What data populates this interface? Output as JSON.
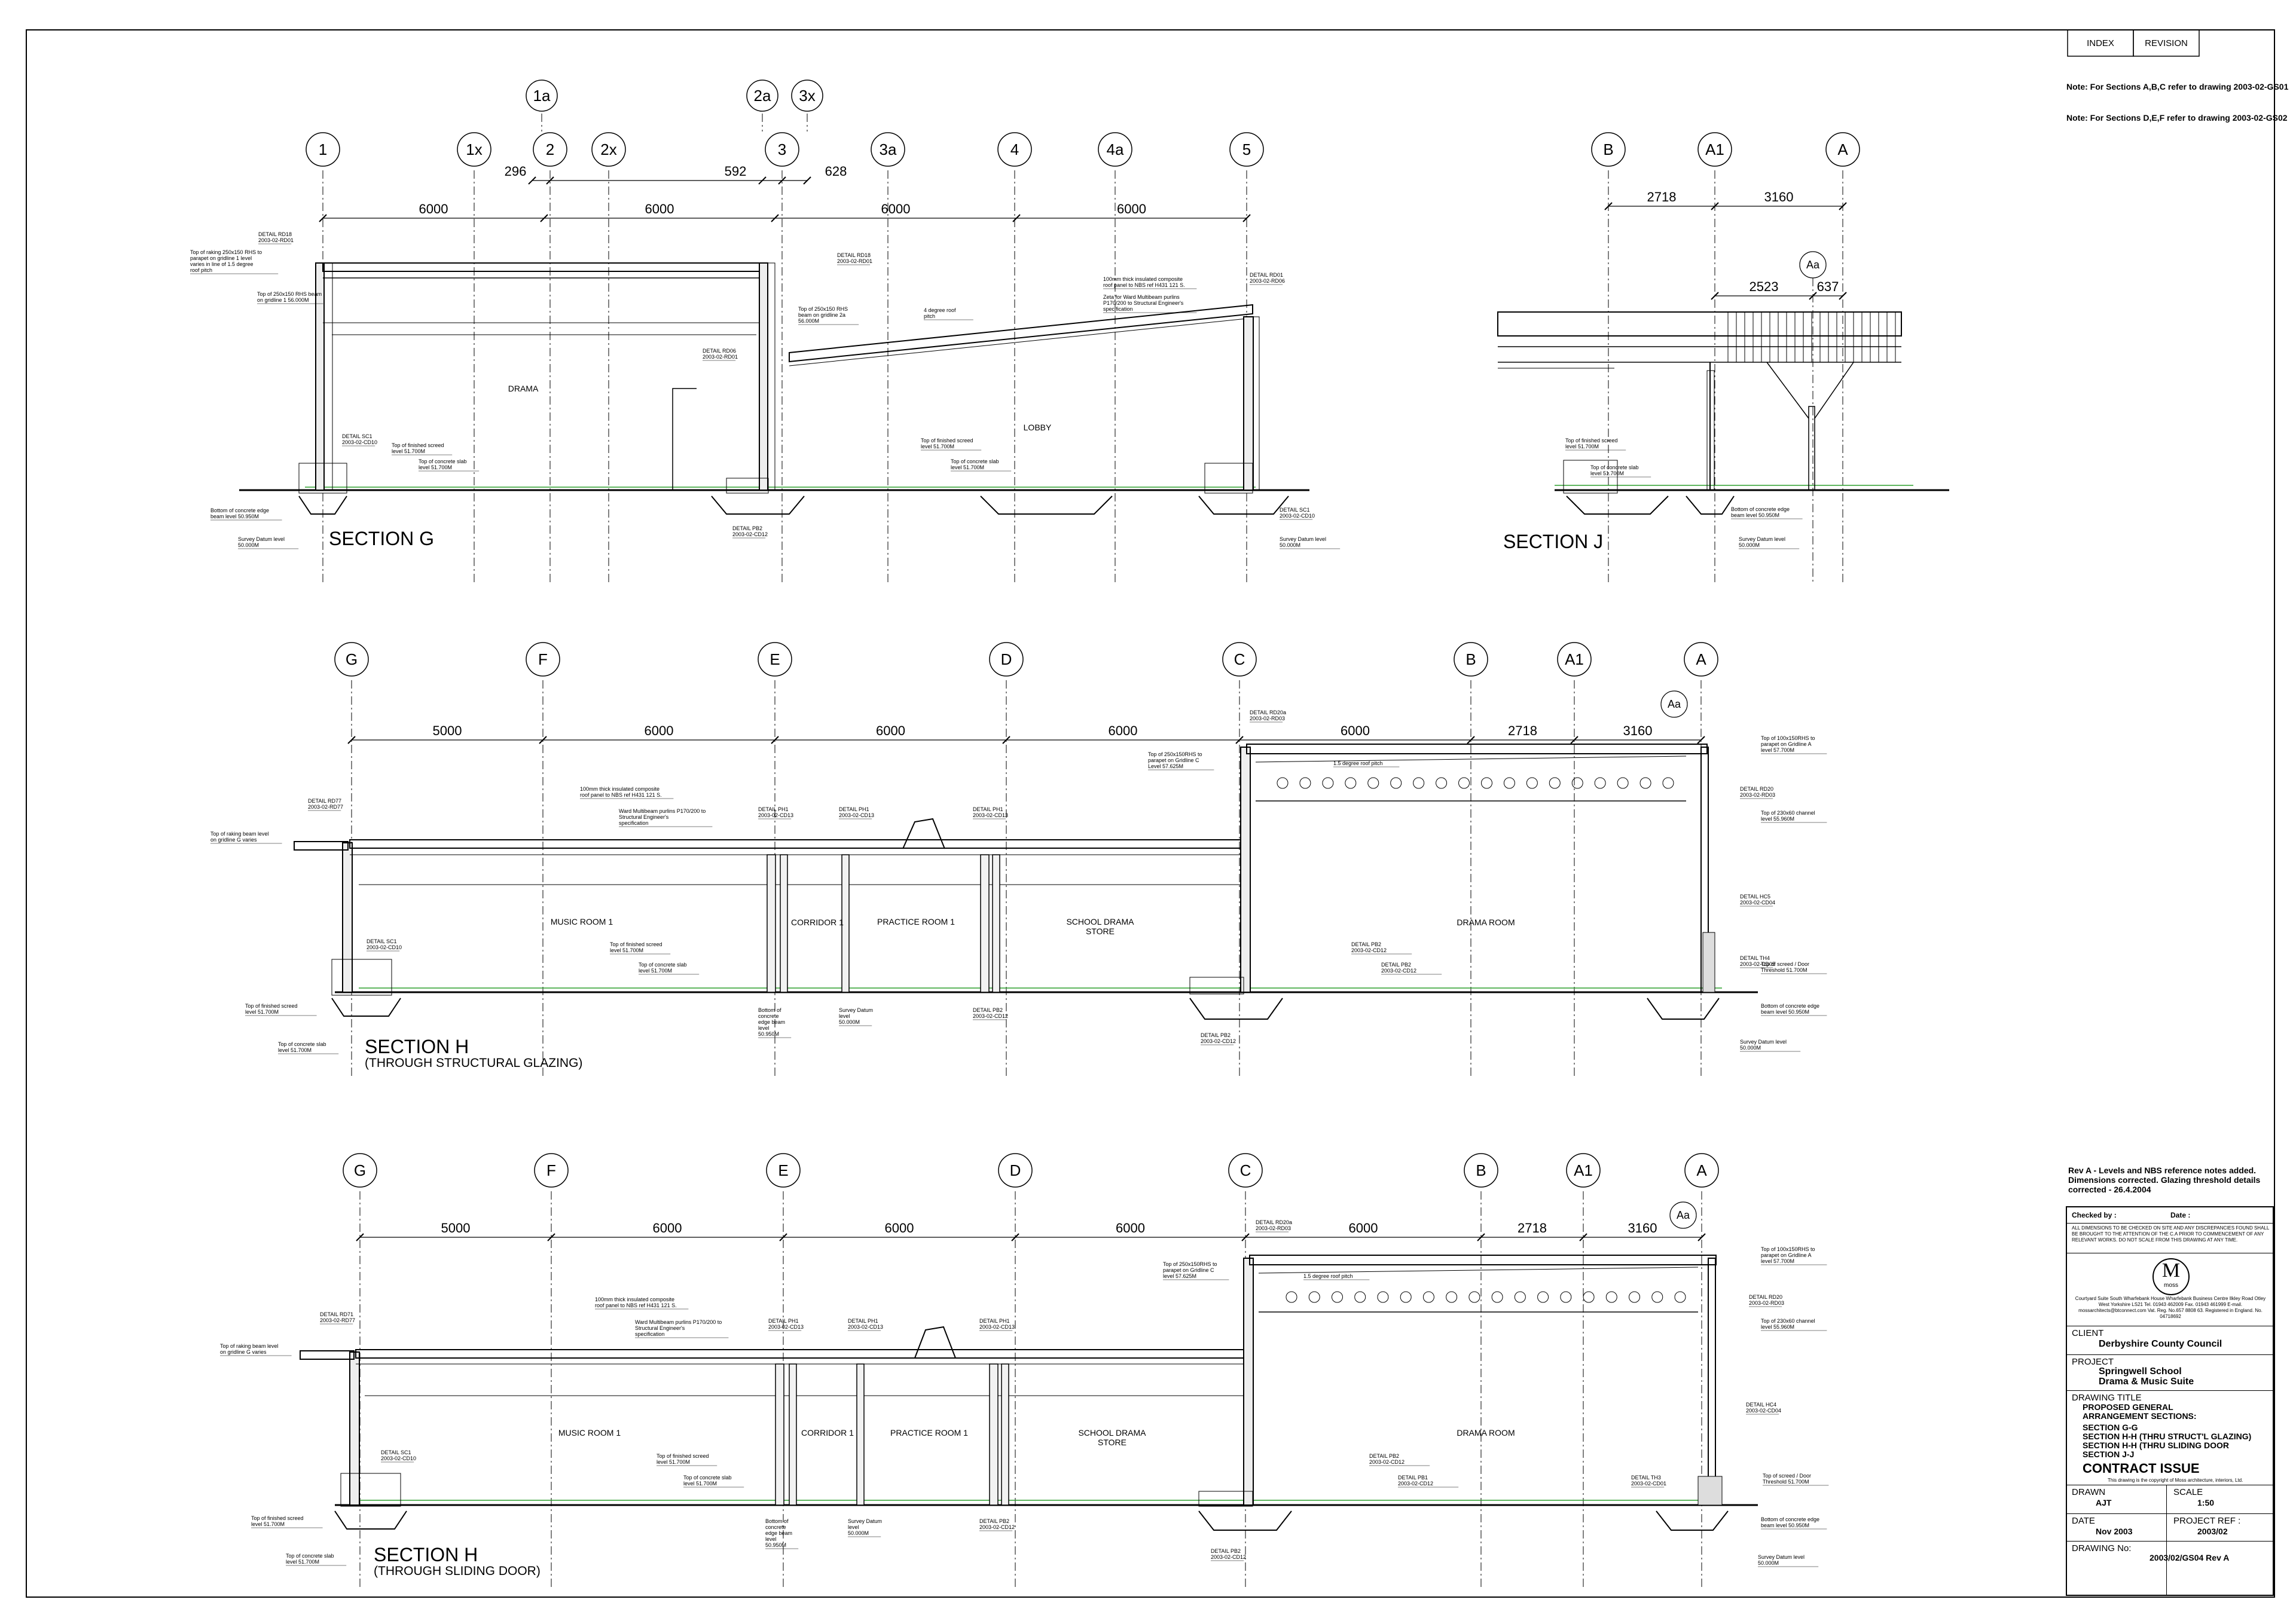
{
  "header_tabs": [
    "INDEX",
    "REVISION"
  ],
  "notes": [
    "Note: For Sections A,B,C refer to drawing 2003-02-GS01",
    "Note: For Sections D,E,F refer to drawing 2003-02-GS02"
  ],
  "section_g": {
    "title": "SECTION G",
    "grid_top": [
      "1a",
      "2a",
      "3x"
    ],
    "grid_main": [
      "1",
      "1x",
      "2",
      "2x",
      "3",
      "3a",
      "4",
      "4a",
      "5"
    ],
    "dims_top": [
      "296",
      "592",
      "628"
    ],
    "dims_main": [
      "6000",
      "6000",
      "6000",
      "6000"
    ],
    "rooms": [
      "DRAMA",
      "LOBBY"
    ],
    "notes": [
      "DETAIL RD18 2003-02-RD01",
      "Top of raking 250x150 RHS to parapet on gridline 1 level varies in line of 1.5 degree roof pitch",
      "Top of 250x150 RHS beam on gridline 1 56.000M",
      "DETAIL RD18 2003-02-RD01",
      "Top of 250x150 RHS beam on gridline 2a 56.000M",
      "DETAIL RD06 2003-02-RD01",
      "4 degree roof pitch",
      "100mm thick insulated composite roof panel to NBS ref H431 121 S.",
      "Zeta for Ward Multibeam purlins P170/200 to Structural Engineer's specification",
      "DETAIL RD01 2003-02-RD06",
      "DETAIL SC1 2003-02-CD10",
      "Top of finished screed level 51.700M",
      "Top of concrete slab level 51.700M",
      "Top of finished screed level 51.700M",
      "Top of concrete slab level 51.700M",
      "Bottom of concrete edge beam level 50.950M",
      "Survey Datum level 50.000M",
      "DETAIL PB2 2003-02-CD12",
      "DETAIL SC1 2003-02-CD10",
      "Survey Datum level 50.000M"
    ]
  },
  "section_j": {
    "title": "SECTION J",
    "grid_main": [
      "B",
      "A1",
      "A"
    ],
    "grid_sub": [
      "Aa"
    ],
    "dims_main": [
      "2718",
      "3160"
    ],
    "dims_sub": [
      "2523",
      "637"
    ],
    "notes": [
      "Top of finished screed level 51.700M",
      "Top of concrete slab level 51.700M",
      "Bottom of concrete edge beam level 50.950M",
      "Survey Datum level 50.000M"
    ]
  },
  "section_h1": {
    "title": "SECTION H",
    "subtitle": "(THROUGH STRUCTURAL GLAZING)",
    "grid_main": [
      "G",
      "F",
      "E",
      "D",
      "C",
      "B",
      "A1",
      "A"
    ],
    "grid_sub": [
      "Aa"
    ],
    "dims": [
      "5000",
      "6000",
      "6000",
      "6000",
      "6000",
      "2718",
      "3160"
    ],
    "rooms": [
      "MUSIC ROOM 1",
      "CORRIDOR 1",
      "PRACTICE ROOM 1",
      "SCHOOL DRAMA STORE",
      "DRAMA ROOM"
    ],
    "notes": [
      "DETAIL RD77 2003-02-RD77",
      "Top of raking beam level on gridline G varies",
      "100mm thick insulated composite roof panel to NBS ref H431 121 S.",
      "Ward Multibeam purlins P170/200 to Structural Engineer's specification",
      "DETAIL PH1 2003-02-CD13",
      "DETAIL PH1 2003-02-CD13",
      "DETAIL PH1 2003-02-CD13",
      "DETAIL RD20a 2003-02-RD03",
      "Top of 250x150RHS to parapet on Gridline C Level 57.625M",
      "1.5 degree roof pitch",
      "Top of 100x150RHS to parapet on Gridline A level 57.700M",
      "DETAIL RD20 2003-02-RD03",
      "Top of 230x60 channel level 55.960M",
      "DETAIL HC5 2003-02-CD04",
      "DETAIL TH4 2003-02-CD05",
      "Top of screed / Door Threshold 51.700M",
      "Bottom of concrete edge beam level 50.950M",
      "Survey Datum level 50.000M",
      "DETAIL SC1 2003-02-CD10",
      "Top of finished screed level 51.700M",
      "Top of concrete slab level 51.700M",
      "Bottom of concrete edge beam level 50.950M",
      "Survey Datum level 50.000M",
      "DETAIL PB2 2003-02-CD12",
      "DETAIL PB2 2003-02-CD12",
      "DETAIL PB2 2003-02-CD12",
      "DETAIL PB2 2003-02-CD12",
      "Top of finished screed level 51.700M",
      "Top of concrete slab level 51.700M"
    ]
  },
  "section_h2": {
    "title": "SECTION H",
    "subtitle": "(THROUGH SLIDING DOOR)",
    "grid_main": [
      "G",
      "F",
      "E",
      "D",
      "C",
      "B",
      "A1",
      "A"
    ],
    "grid_sub": [
      "Aa"
    ],
    "dims": [
      "5000",
      "6000",
      "6000",
      "6000",
      "6000",
      "2718",
      "3160"
    ],
    "rooms": [
      "MUSIC ROOM 1",
      "CORRIDOR 1",
      "PRACTICE ROOM 1",
      "SCHOOL DRAMA STORE",
      "DRAMA ROOM"
    ],
    "notes": [
      "DETAIL RD71 2003-02-RD77",
      "Top of raking beam level on gridline G varies",
      "100mm thick insulated composite roof panel to NBS ref H431 121 S.",
      "Ward Multibeam purlins P170/200 to Structural Engineer's specification",
      "DETAIL PH1 2003-02-CD13",
      "DETAIL PH1 2003-02-CD13",
      "DETAIL PH1 2003-02-CD13",
      "DETAIL RD20a 2003-02-RD03",
      "Top of 250x150RHS to parapet on Gridline C level 57.625M",
      "1.5 degree roof pitch",
      "Top of 100x150RHS to parapet on Gridline A level 57.700M",
      "DETAIL RD20 2003-02-RD03",
      "Top of 230x60 channel level 55.960M",
      "DETAIL HC4 2003-02-CD04",
      "DETAIL TH3 2003-02-CD01",
      "Top of screed / Door Threshold 51.700M",
      "Bottom of concrete edge beam level 50.950M",
      "Survey Datum level 50.000M",
      "DETAIL SC1 2003-02-CD10",
      "Top of finished screed level 51.700M",
      "Top of concrete slab level 51.700M",
      "Bottom of concrete edge beam level 50.950M",
      "Survey Datum level 50.000M",
      "DETAIL PB2 2003-02-CD12",
      "DETAIL PB2 2003-02-CD12",
      "DETAIL PB2 2003-02-CD12",
      "DETAIL PB1 2003-02-CD12",
      "Top of finished screed level 51.700M",
      "Top of concrete slab level 51.700M"
    ]
  },
  "title_block": {
    "revision_note": "Rev A - Levels and NBS reference notes added. Dimensions corrected. Glazing threshold details corrected - 26.4.2004",
    "checked_by_label": "Checked by :",
    "date_label": "Date :",
    "disclaimer": "ALL DIMENSIONS TO BE CHECKED ON SITE AND ANY DISCREPANCIES FOUND SHALL BE BROUGHT TO THE ATTENTION OF THE C.A PRIOR TO COMMENCEMENT OF ANY RELEVANT WORKS. DO NOT SCALE FROM THIS DRAWING AT ANY TIME.",
    "logo_letter": "M",
    "logo_name": "moss",
    "address": "Courtyard Suite South Wharfebank House Wharfebank Business Centre Ilkley Road Otley West Yorkshire LS21 Tel. 01943 462009 Fax. 01943 461999 E-mail. mossarchitects@btconnect.com Vat. Reg. No.657 8808 63. Registered in England. No. 04718692",
    "client_label": "CLIENT",
    "client": "Derbyshire County Council",
    "project_label": "PROJECT",
    "project": [
      "Springwell School",
      "Drama & Music Suite"
    ],
    "drawing_title_label": "DRAWING TITLE",
    "drawing_title": [
      "PROPOSED GENERAL",
      "ARRANGEMENT SECTIONS:",
      "SECTION G-G",
      "SECTION H-H (THRU STRUCT'L GLAZING)",
      "SECTION H-H (THRU SLIDING DOOR",
      "SECTION J-J"
    ],
    "contract_issue": "CONTRACT ISSUE",
    "copyright": "This drawing is the copyright of Moss architecture, interiors, Ltd.",
    "drawn_label": "DRAWN",
    "drawn": "AJT",
    "scale_label": "SCALE",
    "scale": "1:50",
    "date_label2": "DATE",
    "date": "Nov 2003",
    "project_ref_label": "PROJECT REF :",
    "project_ref": "2003/02",
    "drawing_no_label": "DRAWING No:",
    "drawing_no": "2003/02/GS04 Rev A"
  }
}
